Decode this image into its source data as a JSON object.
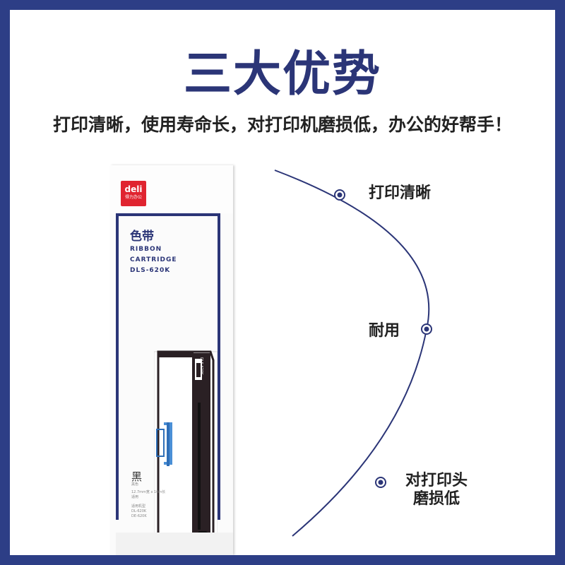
{
  "header": {
    "title": "三大优势",
    "subtitle": "打印清晰，使用寿命长，对打印机磨损低，办公的好帮手！"
  },
  "product": {
    "brand": "deli",
    "brand_sub": "得力办公",
    "name_cn": "色带",
    "name_en_1": "RIBBON",
    "name_en_2": "CARTRIDGE",
    "model": "DLS-620K",
    "cartridge_label": "DLS-620K",
    "color_label": "黑",
    "color_sub": "黑色",
    "spec_1": "12.7mm宽 x 10m长",
    "spec_2": "适用",
    "spec_3": "适用机型",
    "spec_4": "DL-620K",
    "spec_5": "DE-620K"
  },
  "features": {
    "item1": "打印清晰",
    "item2": "耐用",
    "item3_line1": "对打印头",
    "item3_line2": "磨损低"
  },
  "colors": {
    "navy": "#2b3577",
    "border": "#2d3e86",
    "brand_red": "#e02430"
  }
}
